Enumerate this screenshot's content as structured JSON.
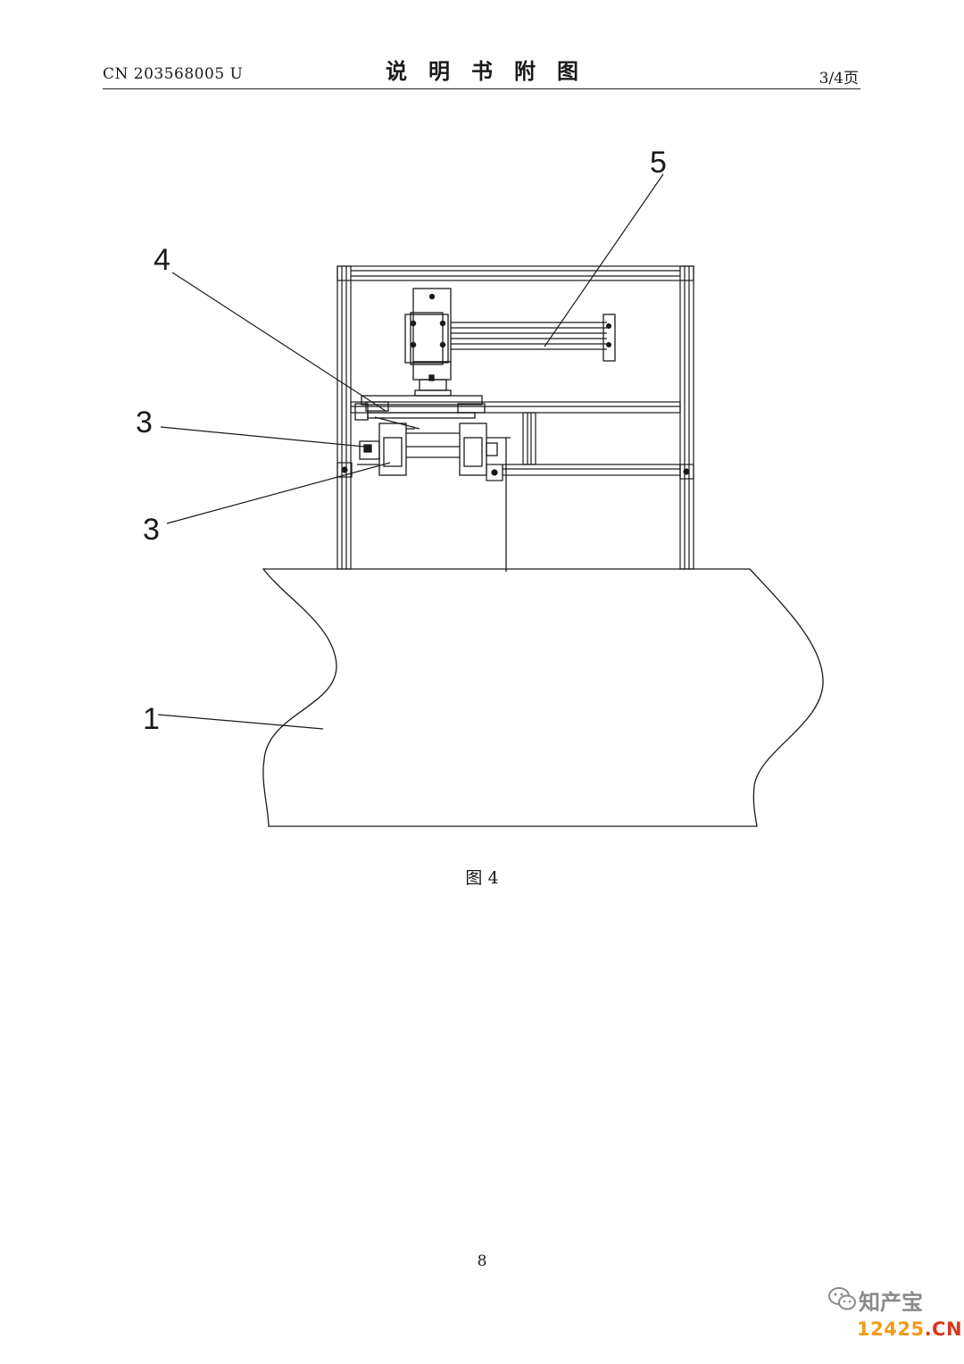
{
  "header": {
    "publication_number": "CN 203568005 U",
    "title": "说明书附图",
    "page_of": "3/4页"
  },
  "figure": {
    "caption": "图 4",
    "callouts": [
      {
        "id": "1",
        "label": "1"
      },
      {
        "id": "3a",
        "label": "3"
      },
      {
        "id": "3b",
        "label": "3"
      },
      {
        "id": "4",
        "label": "4"
      },
      {
        "id": "5",
        "label": "5"
      }
    ]
  },
  "footer": {
    "page_number": "8"
  },
  "watermark": {
    "account": "知产宝",
    "site_main": "12425",
    "site_tld": ".CN",
    "icon": "wechat-icon"
  }
}
